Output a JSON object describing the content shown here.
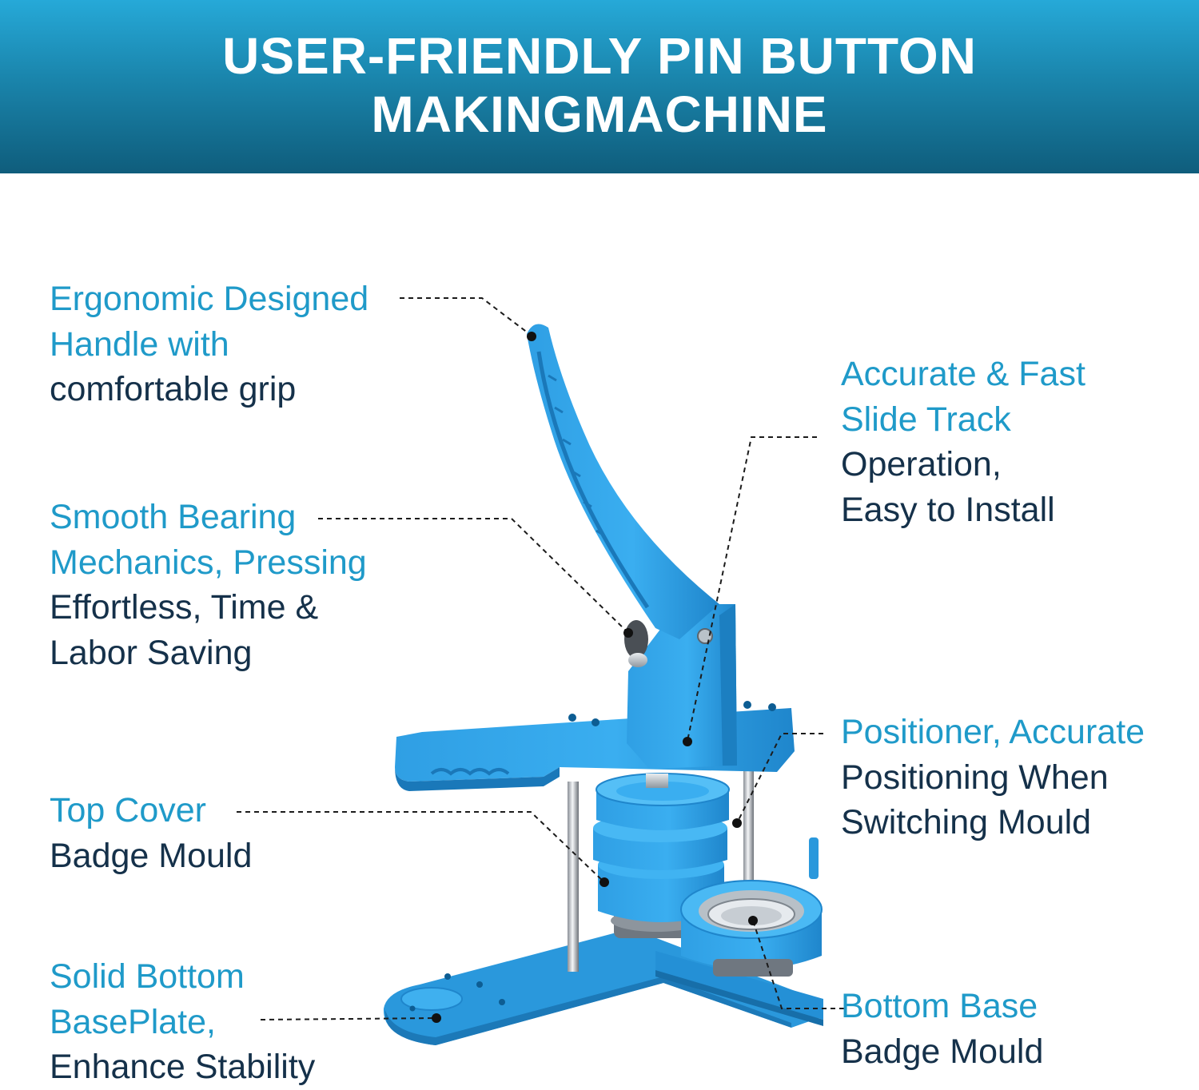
{
  "header": {
    "title_line1": "USER-FRIENDLY PIN BUTTON",
    "title_line2": "MAKINGMACHINE"
  },
  "colors": {
    "banner_top": "#26a9d8",
    "banner_bottom": "#0f5d7c",
    "accent_text": "#1f9ac9",
    "dark_text": "#15314a",
    "machine_blue": "#2c9be0"
  },
  "callouts": {
    "handle": {
      "line1": "Ergonomic Designed",
      "line2": "Handle with",
      "line3": "comfortable grip"
    },
    "bearing": {
      "line1": "Smooth Bearing",
      "line2": "Mechanics, Pressing",
      "line3": "Effortless, Time &",
      "line4": "Labor Saving"
    },
    "top_cover": {
      "line1": "Top Cover",
      "line2": "Badge Mould"
    },
    "baseplate": {
      "line1": "Solid Bottom",
      "line2": "BasePlate,",
      "line3": "Enhance Stability"
    },
    "slide_track": {
      "line1": "Accurate & Fast",
      "line2": "Slide Track",
      "line3": "Operation,",
      "line4": "Easy to Install"
    },
    "positioner": {
      "line1": "Positioner, Accurate",
      "line2": "Positioning When",
      "line3": "Switching Mould"
    },
    "bottom_base": {
      "line1": "Bottom Base",
      "line2": "Badge Mould"
    }
  }
}
